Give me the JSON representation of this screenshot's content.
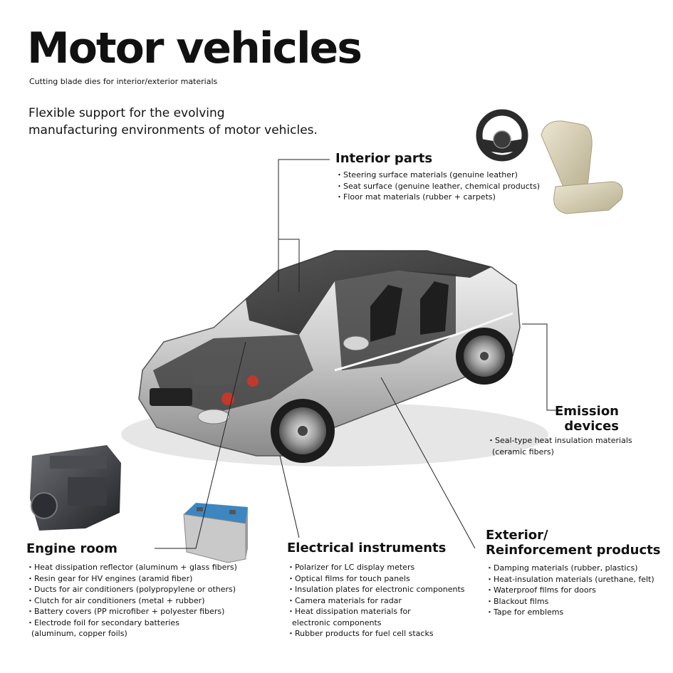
{
  "title": "Motor vehicles",
  "subtitle": "Cutting blade dies for interior/exterior materials",
  "intro": [
    "Flexible support for the evolving",
    "manufacturing environments of motor vehicles."
  ],
  "sections": {
    "interior": {
      "heading": "Interior parts",
      "items": [
        "・Steering surface materials (genuine leather)",
        "・Seat surface (genuine leather, chemical products)",
        "・Floor mat materials (rubber + carpets)"
      ]
    },
    "emission": {
      "heading": [
        "Emission",
        "devices"
      ],
      "items": [
        "・Seal-type heat insulation materials",
        "  (ceramic fibers)"
      ]
    },
    "engine": {
      "heading": "Engine room",
      "items": [
        "・Heat dissipation reflector (aluminum + glass fibers)",
        "・Resin gear for HV engines (aramid fiber)",
        "・Ducts for air conditioners (polypropylene or others)",
        "・Clutch for air conditioners (metal + rubber)",
        "・Battery covers (PP microfiber + polyester fibers)",
        "・Electrode foil for secondary batteries",
        "  (aluminum, copper foils)"
      ]
    },
    "electrical": {
      "heading": "Electrical instruments",
      "items": [
        "・Polarizer for LC display meters",
        "・Optical films for touch panels",
        "・Insulation plates for electronic components",
        "・Camera materials for radar",
        "・Heat dissipation materials for",
        "  electronic components",
        "・Rubber products for fuel cell stacks"
      ]
    },
    "exterior": {
      "heading": [
        "Exterior/",
        "Reinforcement products"
      ],
      "items": [
        "・Damping materials (rubber, plastics)",
        "・Heat-insulation materials (urethane, felt)",
        "・Waterproof films for doors",
        "・Blackout films",
        "・Tape for emblems"
      ]
    }
  },
  "colors": {
    "text": "#111111",
    "battery_top": "#3d86c0",
    "seat": "#d9d0b4"
  }
}
